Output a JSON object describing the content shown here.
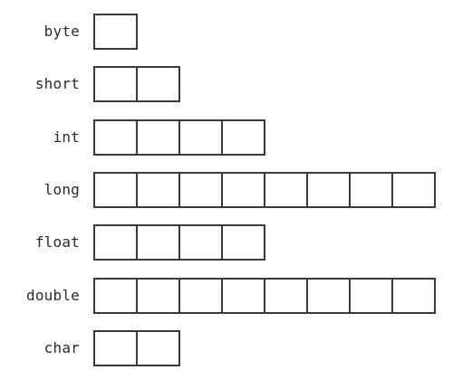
{
  "types": [
    {
      "name": "byte",
      "bytes": 1
    },
    {
      "name": "short",
      "bytes": 2
    },
    {
      "name": "int",
      "bytes": 4
    },
    {
      "name": "long",
      "bytes": 8
    },
    {
      "name": "float",
      "bytes": 4
    },
    {
      "name": "double",
      "bytes": 8
    },
    {
      "name": "char",
      "bytes": 2
    }
  ]
}
